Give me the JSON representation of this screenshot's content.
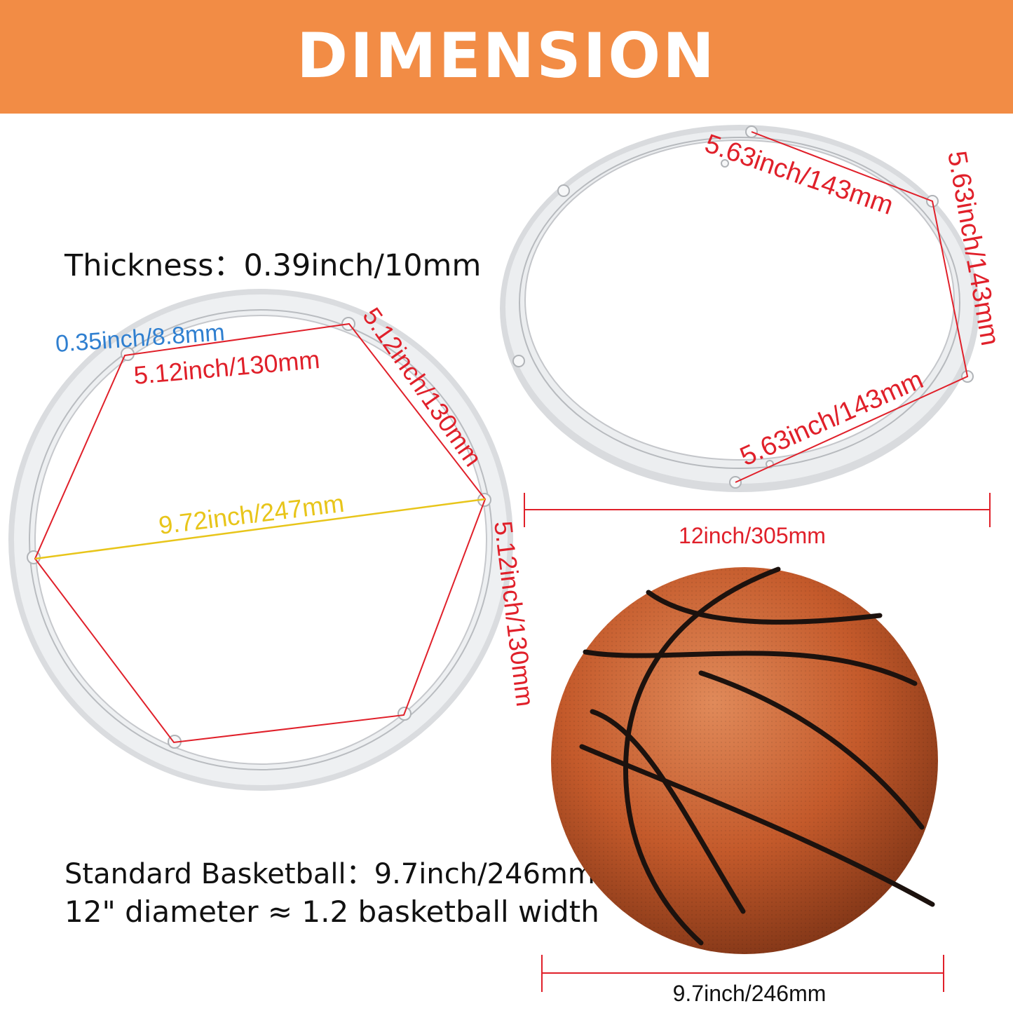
{
  "header": {
    "title": "DIMENSION"
  },
  "specs": {
    "thickness": "Thickness：0.39inch/10mm",
    "basketball": "Standard Basketball：9.7inch/246mm",
    "comparison": "12\" diameter ≈ 1.2 basketball width"
  },
  "left_ring": {
    "rim_width": "0.35inch/8.8mm",
    "side_top": "5.12inch/130mm",
    "side_upper_right": "5.12inch/130mm",
    "side_lower_right": "5.12inch/130mm",
    "diagonal": "9.72inch/247mm"
  },
  "right_ring": {
    "side_top": "5.63inch/143mm",
    "side_right": "5.63inch/143mm",
    "side_lower": "5.63inch/143mm",
    "outer_diameter": "12inch/305mm"
  },
  "basketball": {
    "width": "9.7inch/246mm"
  },
  "colors": {
    "banner": "#f28c45",
    "measure_red": "#e0202a",
    "measure_blue": "#2f7fd0",
    "measure_yellow": "#e8c51a",
    "ball": "#c85a2a"
  }
}
